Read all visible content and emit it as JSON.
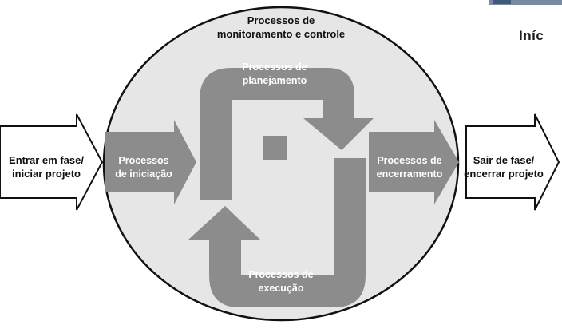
{
  "diagram": {
    "monitoring": {
      "line1": "Processos de",
      "line2": "monitoramento e controle"
    },
    "planning": {
      "line1": "Processos de",
      "line2": "planejamento"
    },
    "execution": {
      "line1": "Processos de",
      "line2": "execução"
    },
    "initiation": {
      "line1": "Processos",
      "line2": "de iniciação"
    },
    "closing": {
      "line1": "Processos de",
      "line2": "encerramento"
    },
    "enter_phase": {
      "line1": "Entrar em fase/",
      "line2": "iniciar projeto"
    },
    "exit_phase": {
      "line1": "Sair de fase/",
      "line2": "encerrar projeto"
    }
  },
  "corner": {
    "heading": "Iníc"
  },
  "colors": {
    "ellipse_fill": "#e6e6e6",
    "arrow_fill": "#8c8c8c",
    "outline": "#111111"
  }
}
